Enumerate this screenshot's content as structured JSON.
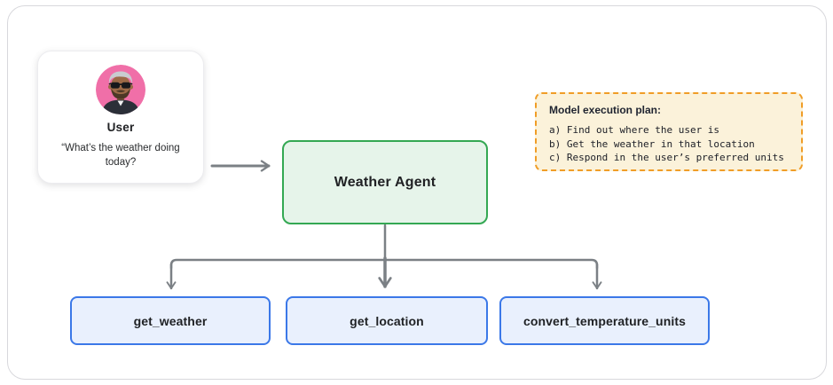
{
  "user_card": {
    "name": "User",
    "quote_line1": "“What’s the weather doing",
    "quote_line2": "today?"
  },
  "agent": {
    "label": "Weather Agent"
  },
  "plan": {
    "title": "Model execution plan:",
    "items": [
      "a) Find out where the user is",
      "b) Get the weather in that location",
      "c) Respond in the user’s preferred units"
    ]
  },
  "tools": [
    {
      "label": "get_weather"
    },
    {
      "label": "get_location"
    },
    {
      "label": "convert_temperature_units"
    }
  ],
  "icons": {
    "avatar": "user-avatar-icon",
    "arrows": "flow-arrow-icon"
  },
  "colors": {
    "arrow": "#7b8085",
    "agent-fill": "#e6f4ea",
    "agent-border": "#34a853",
    "plan-fill": "#fbf2da",
    "plan-border": "#f09d27",
    "tool-fill": "#e9f0fd",
    "tool-border": "#3b78e8",
    "frame-border": "#d8d8dc",
    "avatar-bg": "#f06fa8",
    "text": "#202124"
  }
}
